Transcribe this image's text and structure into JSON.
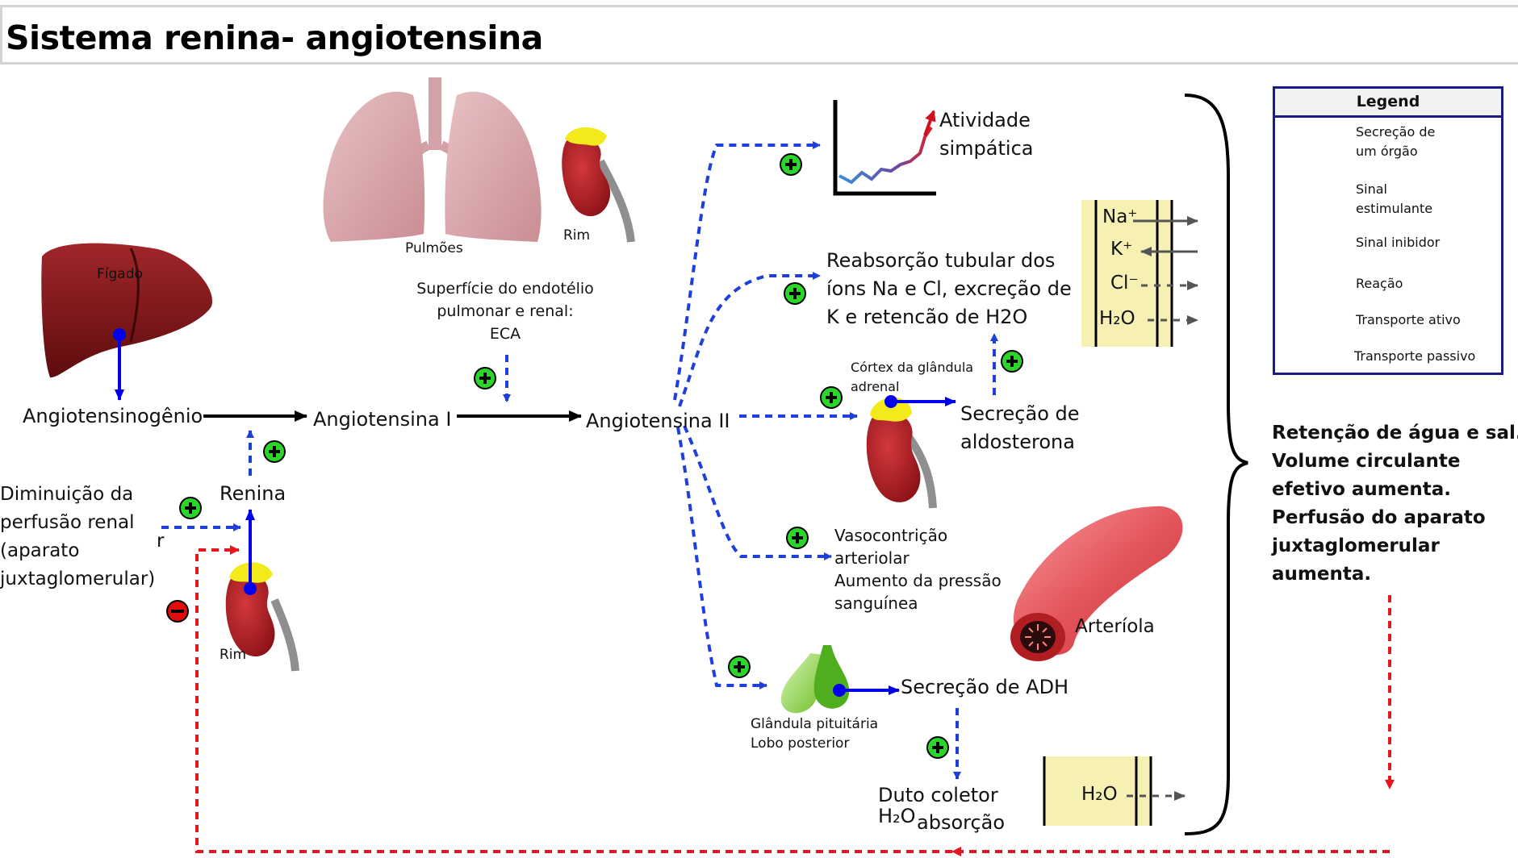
{
  "title": "Sistema renina- angiotensina",
  "organs": {
    "figado": "Fígado",
    "pulmoes": "Pulmões",
    "rim_top": "Rim",
    "rim_bottom": "Rim",
    "arteriola": "Arteríola"
  },
  "pathway": {
    "angiotensinogenio": "Angiotensinogênio",
    "angiotensina_1": "Angiotensina I",
    "angiotensina_2": "Angiotensina II",
    "renina": "Renina",
    "diminuicao": [
      "Diminuição da",
      "perfusão renal",
      "(aparato",
      "juxtaglomerular)"
    ],
    "stray_r": "r",
    "superficie": [
      "Superfície do endotélio",
      "pulmonar e renal:",
      "ECA"
    ]
  },
  "effects": {
    "atividade": [
      "Atividade",
      "simpática"
    ],
    "reabsorcao": [
      "Reabsorção tubular dos",
      "íons Na e Cl, excreção de",
      "K e retencão de H2O"
    ],
    "cortex": [
      "Córtex da glândula",
      "adrenal"
    ],
    "aldosterona": [
      "Secreção de",
      "aldosterona"
    ],
    "vaso": [
      "Vasocontrição",
      "arteriolar",
      "Aumento da pressão",
      "sanguínea"
    ],
    "adh": "Secreção de ADH",
    "pituitaria": [
      "Glândula pituitária",
      "Lobo posterior"
    ],
    "duto": [
      "Duto coletor",
      "H₂O",
      "absorção"
    ]
  },
  "ions": {
    "na": "Na⁺",
    "k": "K⁺",
    "cl": "Cl⁻",
    "h2o": "H₂O",
    "h2o_bottom": "H₂O"
  },
  "summary": [
    "Retenção de água e sal.",
    "Volume circulante",
    "efetivo aumenta.",
    "Perfusão do aparato",
    "juxtaglomerular",
    "aumenta."
  ],
  "legend": {
    "title": "Legend",
    "secrecao": [
      "Secreção de",
      "um órgão"
    ],
    "sinal_estimulante": [
      "Sinal",
      "estimulante"
    ],
    "sinal_inibidor": "Sinal inibidor",
    "reacao": "Reação",
    "transporte_ativo": "Transporte ativo",
    "transporte_passivo": "Transporte passivo"
  },
  "colors": {
    "secretion": "#0000ee",
    "stimulate": "#1f3fdc",
    "inhibit": "#e8141e",
    "reaction": "#000000",
    "active": "#555555",
    "plus_fill": "#2bd62b",
    "minus_fill": "#e10c0c",
    "kidney": "#b01e22",
    "adrenal": "#f2ea1a",
    "liver": "#7c1416",
    "lung": "#dba8ad",
    "artery": "#e8656a",
    "membrane": "#f6f0b2"
  }
}
